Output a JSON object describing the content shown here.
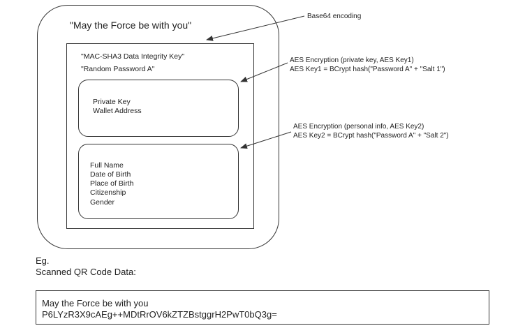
{
  "diagram": {
    "outer_label": "\"May the Force be with you\"",
    "mid_labels": [
      "\"MAC-SHA3 Data Integrity Key\"",
      "\"Random Password A\""
    ],
    "box1_items": [
      "Private Key",
      "Wallet Address"
    ],
    "box2_items": [
      "Full Name",
      "Date of Birth",
      "Place of Birth",
      "Citizenship",
      "Gender"
    ],
    "annotation_base64": "Base64 encoding",
    "annotation_aes1": [
      "AES Encryption (private key, AES Key1)",
      "AES Key1 = BCrypt hash(\"Password A\" + \"Salt 1\")"
    ],
    "annotation_aes2": [
      "AES Encryption (personal info, AES Key2)",
      "AES Key2 = BCrypt hash(\"Password A\" + \"Salt 2\")"
    ]
  },
  "example": {
    "eg_label": "Eg.",
    "scanned_label": "Scanned QR Code Data:",
    "qr_lines": [
      "May the Force be with you",
      "P6LYzR3X9cAEg++MDtRrOV6kZTZBstggrH2PwT0bQ3g="
    ]
  }
}
